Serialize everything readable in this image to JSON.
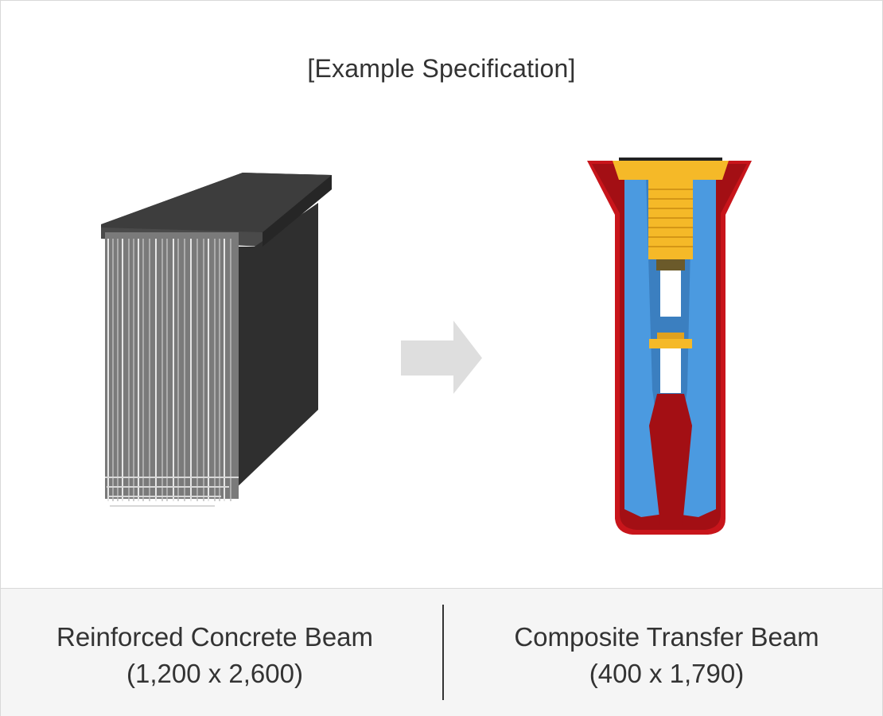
{
  "title": "[Example Specification]",
  "left": {
    "name": "Reinforced Concrete Beam",
    "size": "(1,200 x 2,600)"
  },
  "right": {
    "name": "Composite Transfer Beam",
    "size": "(400 x 1,790)"
  },
  "colors": {
    "concrete": "#3d3d3d",
    "steel_shell": "#c8151b",
    "blue_fill": "#4b9ae0",
    "yellow_plate": "#f5b928",
    "arrow": "#dedede",
    "caption_bg": "#f5f5f5"
  },
  "icons": {
    "arrow": "right-arrow-icon"
  }
}
